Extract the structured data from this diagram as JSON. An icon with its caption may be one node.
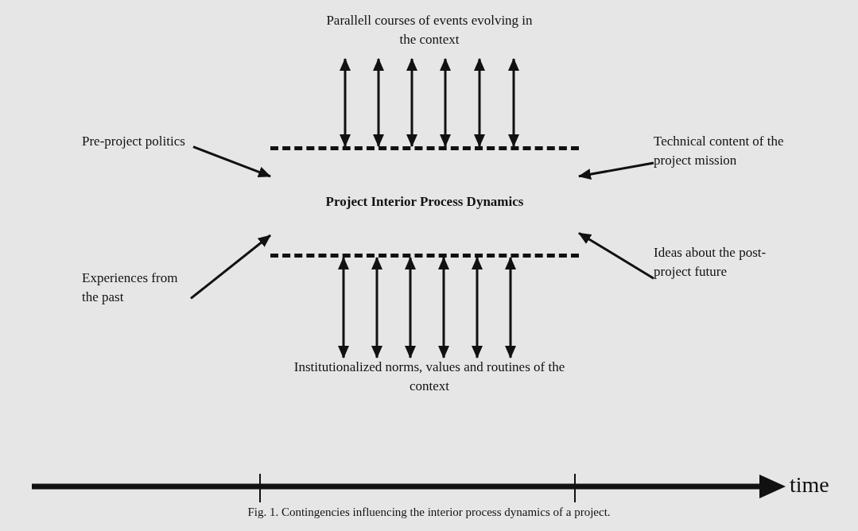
{
  "diagram": {
    "caption": "Fig. 1. Contingencies influencing the interior process dynamics of a project.",
    "nodes": [
      {
        "text": [
          "Project Interior Process Dynamics"
        ]
      },
      {
        "text": [
          "Parallell courses of events evolving in the context"
        ]
      },
      {
        "text": [
          "Pre-project politics"
        ]
      },
      {
        "text": [
          "Technical content of the project mission"
        ]
      },
      {
        "text": [
          "Experiences from the past"
        ]
      },
      {
        "text": [
          "Ideas about the post-project future"
        ]
      },
      {
        "text": [
          "Institutionalized norms, values and routines of the context"
        ]
      }
    ],
    "edges": [
      {
        "from": 1,
        "to": 0,
        "arrow": "both"
      },
      {
        "from": 1,
        "to": 0,
        "arrow": "both"
      },
      {
        "from": 1,
        "to": 0,
        "arrow": "both"
      },
      {
        "from": 1,
        "to": 0,
        "arrow": "both"
      },
      {
        "from": 1,
        "to": 0,
        "arrow": "both"
      },
      {
        "from": 1,
        "to": 0,
        "arrow": "both"
      },
      {
        "from": 2,
        "to": 0,
        "arrow": "to"
      },
      {
        "from": 3,
        "to": 0,
        "arrow": "to"
      },
      {
        "from": 4,
        "to": 0,
        "arrow": "to"
      },
      {
        "from": 5,
        "to": 0,
        "arrow": "to"
      },
      {
        "from": 0,
        "to": 6,
        "arrow": "both"
      },
      {
        "from": 0,
        "to": 6,
        "arrow": "both"
      },
      {
        "from": 0,
        "to": 6,
        "arrow": "both"
      },
      {
        "from": 0,
        "to": 6,
        "arrow": "both"
      },
      {
        "from": 0,
        "to": 6,
        "arrow": "both"
      },
      {
        "from": 0,
        "to": 6,
        "arrow": "both"
      }
    ],
    "labels": [
      "time"
    ]
  }
}
